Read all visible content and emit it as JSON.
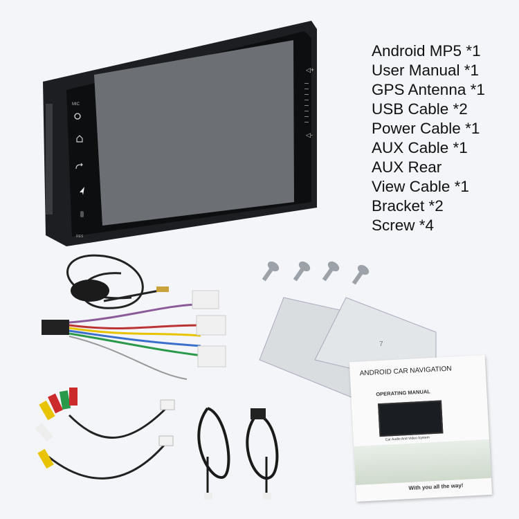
{
  "package_contents": [
    "Android MP5 *1",
    "User Manual *1",
    "GPS Antenna *1",
    "USB Cable *2",
    "Power Cable *1",
    "AUX Cable *1",
    "AUX Rear",
    "View Cable *1",
    "Bracket *2",
    "Screw *4"
  ],
  "head_unit": {
    "mic_label": "MIC",
    "rst_label": "RES",
    "buttons": [
      "power-icon",
      "home-icon",
      "back-icon",
      "navigation-icon",
      "bluetooth-icon"
    ],
    "volume_icons": [
      "volume-up-icon",
      "volume-down-icon"
    ],
    "screen_color": "#6c6f73",
    "frame_color": "#1c1e22"
  },
  "manual": {
    "title": "ANDROID CAR NAVIGATION",
    "subtitle": "OPERATING MANUAL",
    "caption": "Car Audio And Video System",
    "slogan": "With you all the way!"
  },
  "bracket_mark": "7"
}
